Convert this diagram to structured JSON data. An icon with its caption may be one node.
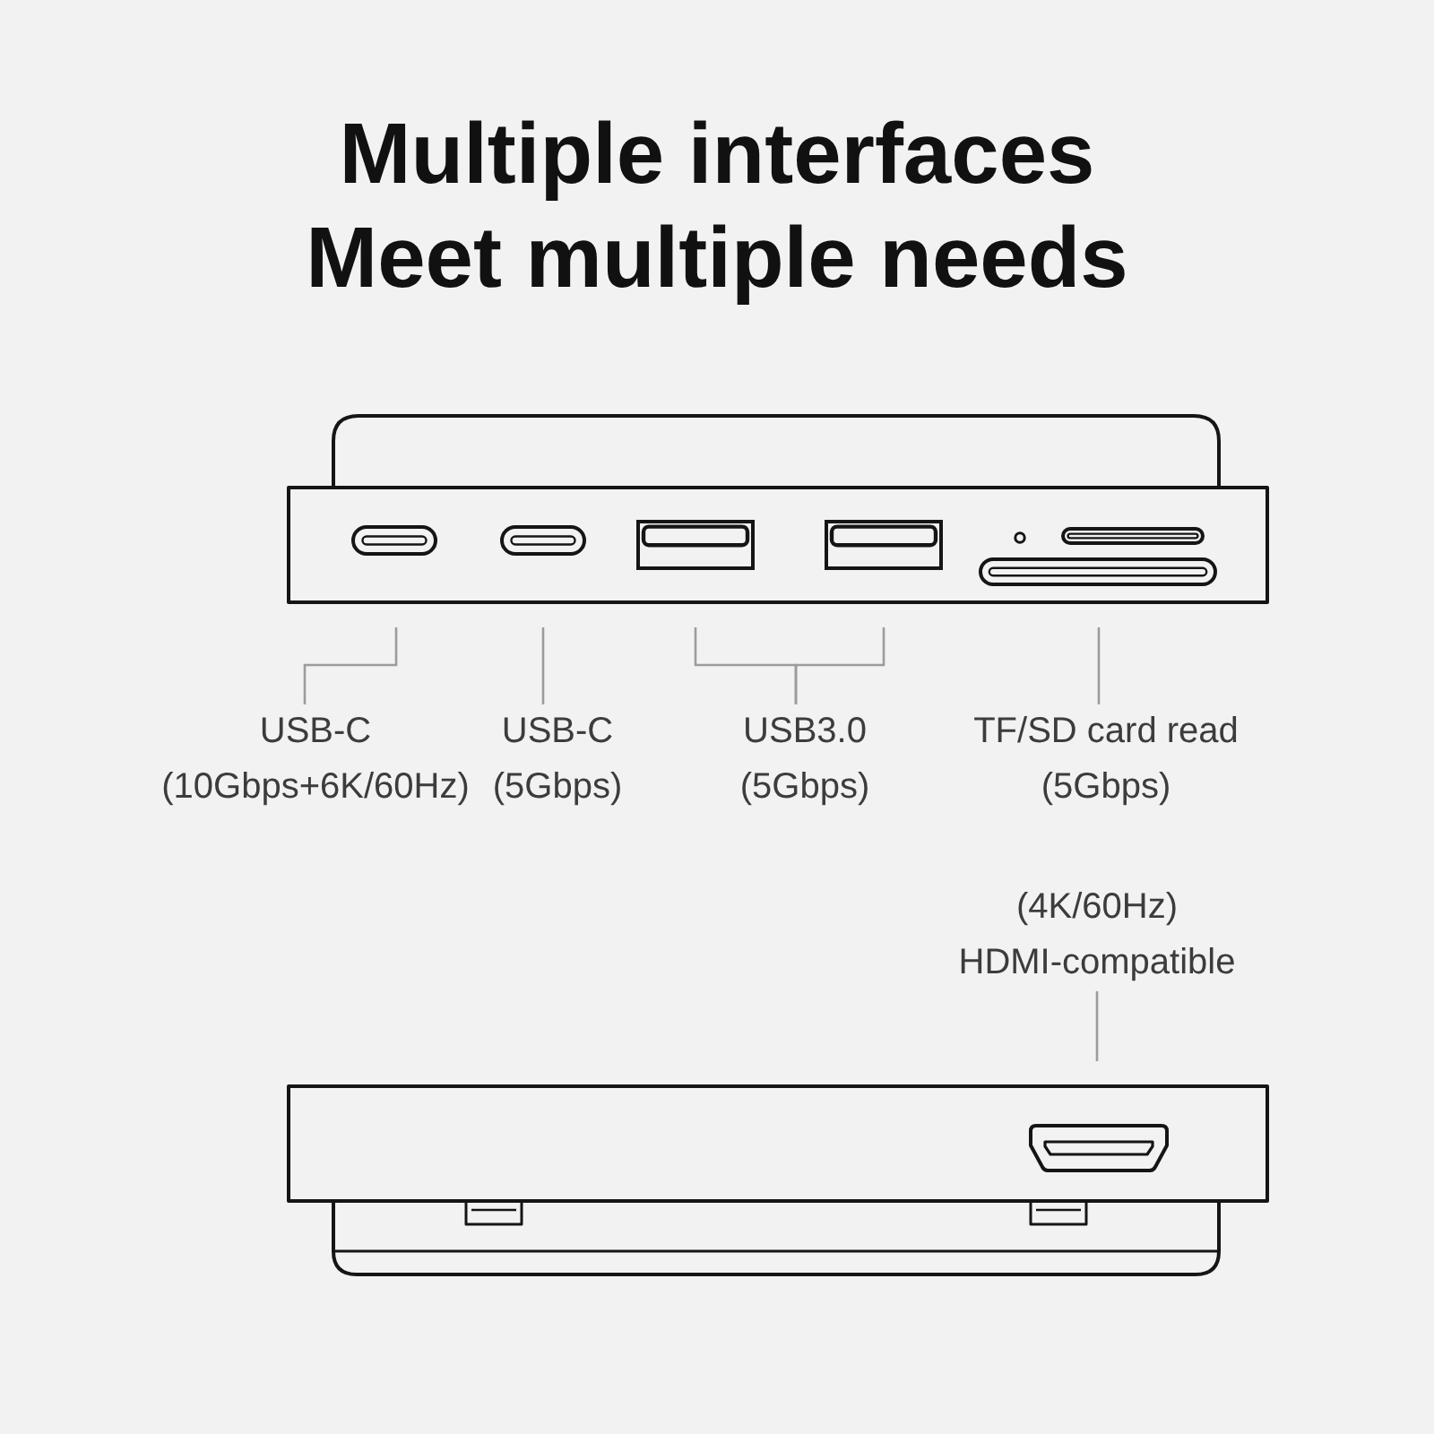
{
  "diagram": {
    "title": "Multiple interfaces Meet multiple needs",
    "nodes": [
      {
        "text": [],
        "shape": "slot"
      },
      {
        "text": [],
        "shape": "slot"
      },
      {
        "text": [],
        "shape": "box"
      },
      {
        "text": [],
        "shape": "box"
      },
      {
        "text": [],
        "shape": "slot"
      },
      {
        "text": [
          "USB-C",
          "(10Gbps+6K/60Hz)"
        ]
      },
      {
        "text": [
          "USB-C",
          "(5Gbps)"
        ]
      },
      {
        "text": [
          "USB3.0",
          "(5Gbps)"
        ]
      },
      {
        "text": [
          "TF/SD card read",
          "(5Gbps)"
        ]
      },
      {
        "text": [
          "(4K/60Hz)",
          "HDMI-compatible"
        ]
      },
      {
        "text": [],
        "shape": "box"
      }
    ],
    "edges": [
      {
        "from": 5,
        "to": 0,
        "arrow": "none"
      },
      {
        "from": 6,
        "to": 1,
        "arrow": "none"
      },
      {
        "from": 7,
        "to": 2,
        "arrow": "none"
      },
      {
        "from": 7,
        "to": 3,
        "arrow": "none"
      },
      {
        "from": 8,
        "to": 4,
        "arrow": "none"
      },
      {
        "from": 9,
        "to": 10,
        "arrow": "none"
      }
    ]
  }
}
